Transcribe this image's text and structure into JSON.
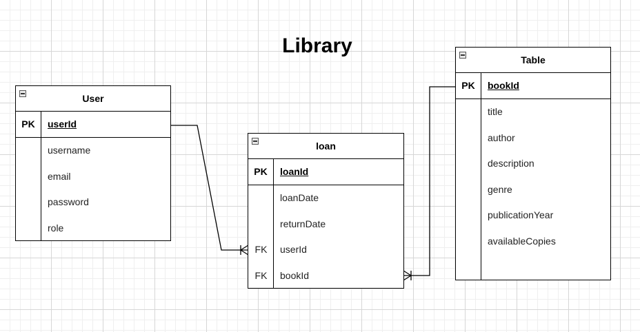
{
  "diagram": {
    "title": "Library",
    "entities": {
      "user": {
        "name": "User",
        "pk_marker": "PK",
        "pk": "userId",
        "attributes": [
          "username",
          "email",
          "password",
          "role"
        ]
      },
      "loan": {
        "name": "loan",
        "pk_marker": "PK",
        "pk": "loanId",
        "attributes": [
          {
            "key": "",
            "name": "loanDate"
          },
          {
            "key": "",
            "name": "returnDate"
          },
          {
            "key": "FK",
            "name": "userId"
          },
          {
            "key": "FK",
            "name": "bookId"
          }
        ]
      },
      "table": {
        "name": "Table",
        "pk_marker": "PK",
        "pk": "bookId",
        "attributes": [
          "title",
          "author",
          "description",
          "genre",
          "publicationYear",
          "availableCopies"
        ]
      }
    },
    "relationships": [
      {
        "from": "User.userId",
        "to": "loan.userId",
        "from_end": "one",
        "to_end": "one-or-many"
      },
      {
        "from": "loan.bookId",
        "to": "Table.bookId",
        "from_end": "one-or-many",
        "to_end": "one"
      }
    ],
    "colors": {
      "line": "#000000",
      "grid": "#d6d6d6",
      "background": "#ffffff"
    }
  }
}
